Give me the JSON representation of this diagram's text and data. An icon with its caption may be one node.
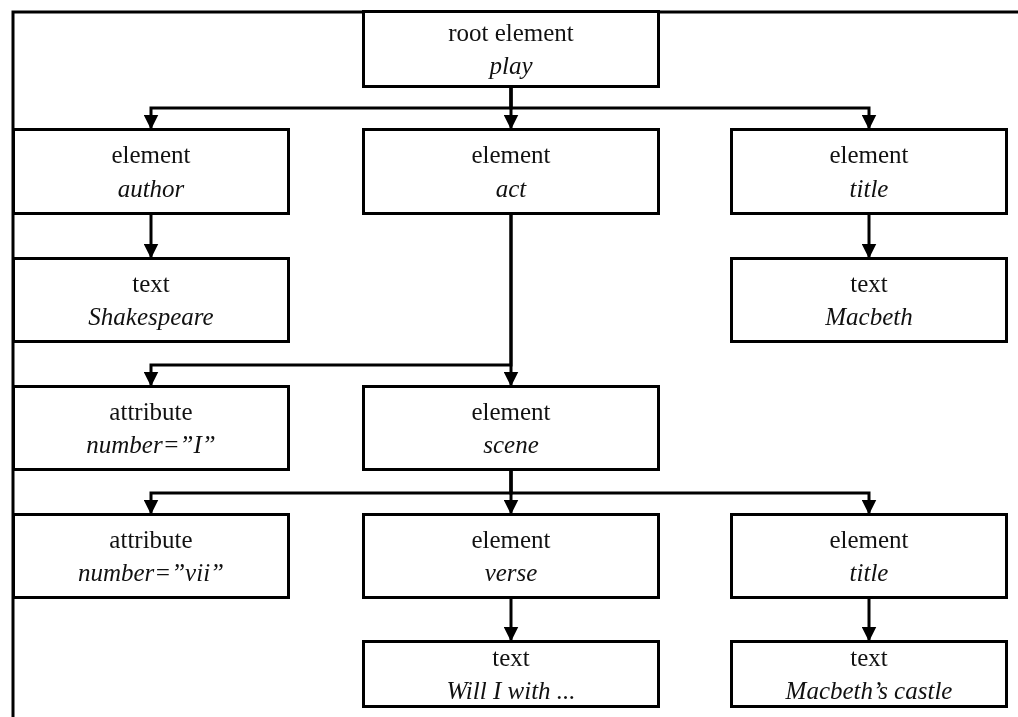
{
  "diagram": {
    "nodes": [
      {
        "text": [
          "root element",
          "play"
        ]
      },
      {
        "text": [
          "element",
          "author"
        ]
      },
      {
        "text": [
          "element",
          "act"
        ]
      },
      {
        "text": [
          "element",
          "title"
        ]
      },
      {
        "text": [
          "text",
          "Shakespeare"
        ]
      },
      {
        "text": [
          "text",
          "Macbeth"
        ]
      },
      {
        "text": [
          "attribute",
          "number=”I”"
        ]
      },
      {
        "text": [
          "element",
          "scene"
        ]
      },
      {
        "text": [
          "attribute",
          "number=”vii”"
        ]
      },
      {
        "text": [
          "element",
          "verse"
        ]
      },
      {
        "text": [
          "element",
          "title"
        ]
      },
      {
        "text": [
          "text",
          "Will I with ..."
        ]
      },
      {
        "text": [
          "text",
          "Macbeth’s castle"
        ]
      }
    ],
    "edges": [
      {
        "from": 0,
        "to": 1,
        "arrow": "to"
      },
      {
        "from": 0,
        "to": 2,
        "arrow": "to"
      },
      {
        "from": 0,
        "to": 3,
        "arrow": "to"
      },
      {
        "from": 1,
        "to": 4,
        "arrow": "to"
      },
      {
        "from": 3,
        "to": 5,
        "arrow": "to"
      },
      {
        "from": 2,
        "to": 6,
        "arrow": "to"
      },
      {
        "from": 2,
        "to": 7,
        "arrow": "to"
      },
      {
        "from": 7,
        "to": 8,
        "arrow": "to"
      },
      {
        "from": 7,
        "to": 9,
        "arrow": "to"
      },
      {
        "from": 7,
        "to": 10,
        "arrow": "to"
      },
      {
        "from": 9,
        "to": 11,
        "arrow": "to"
      },
      {
        "from": 10,
        "to": 12,
        "arrow": "to"
      }
    ]
  }
}
